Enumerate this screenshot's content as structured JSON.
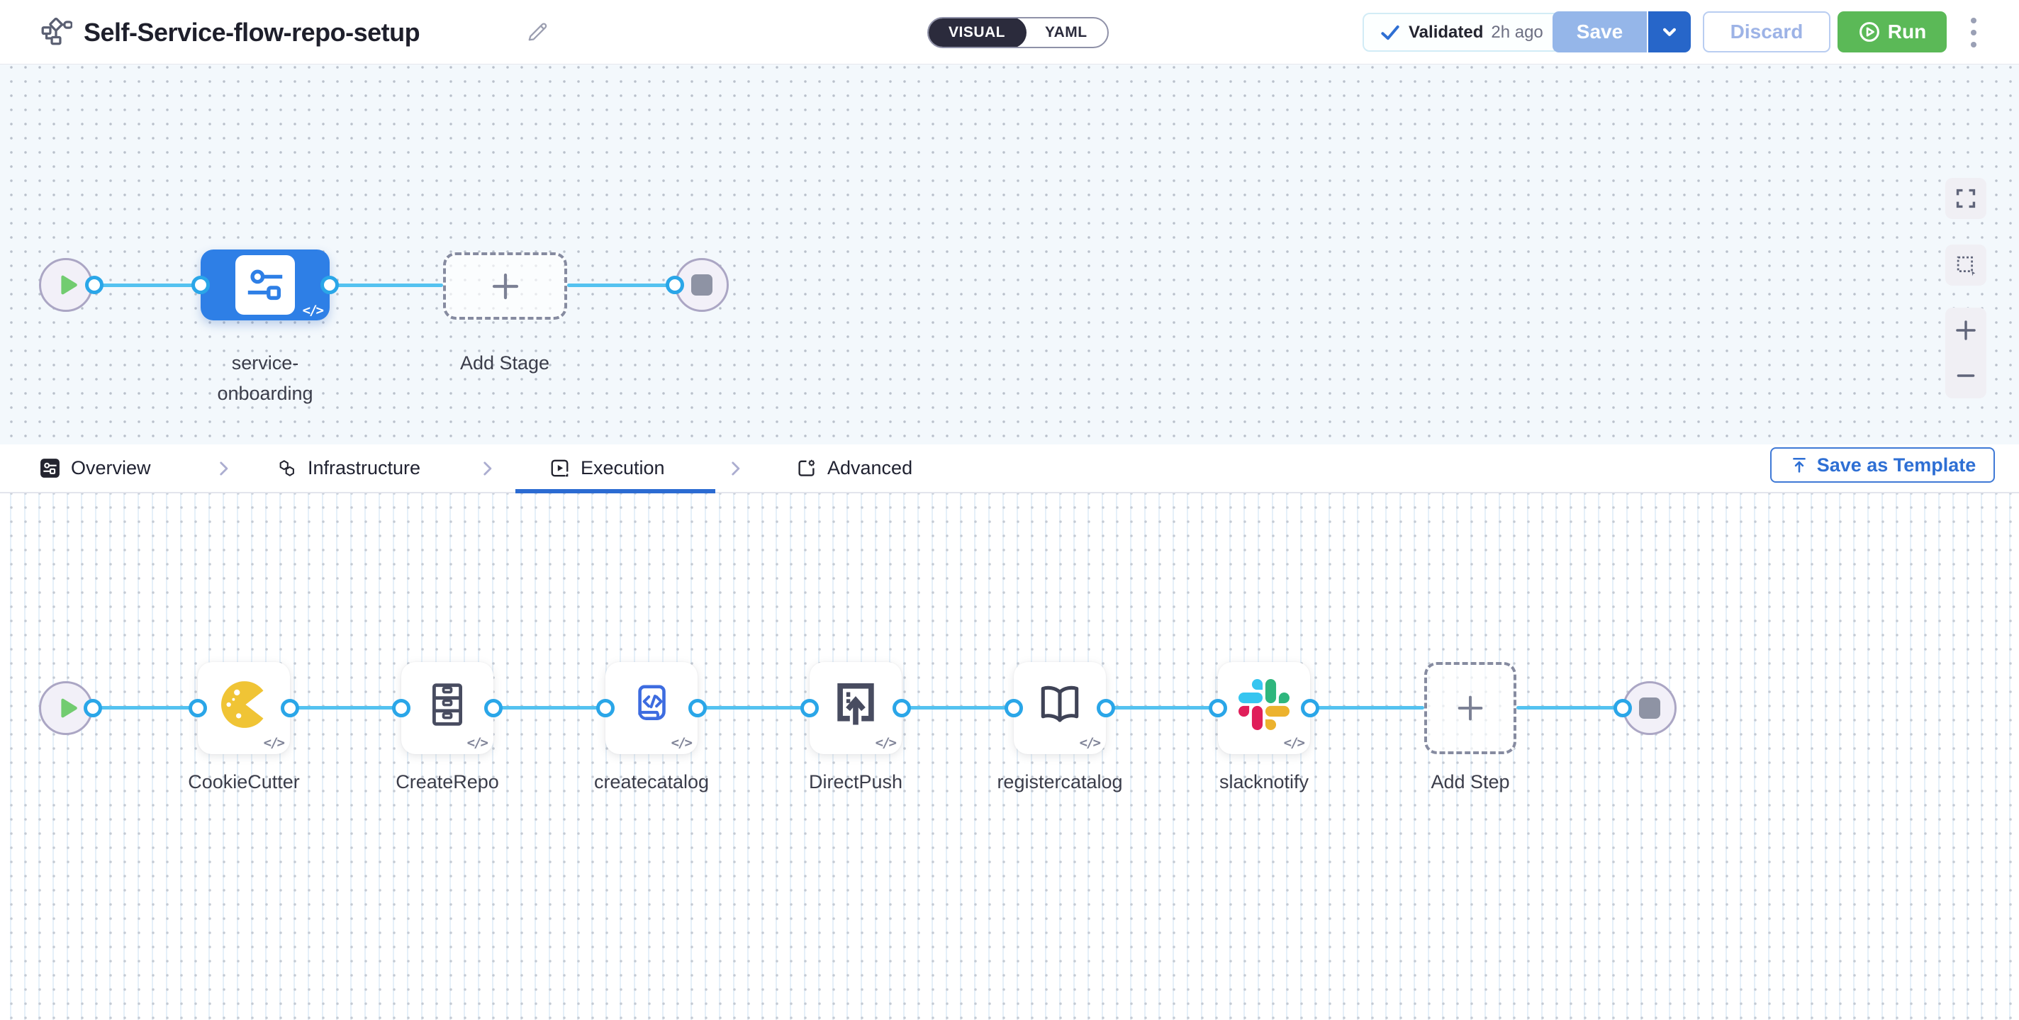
{
  "header": {
    "title": "Self-Service-flow-repo-setup",
    "mode_toggle": {
      "options": [
        "VISUAL",
        "YAML"
      ],
      "selected": "VISUAL"
    },
    "validated_badge": {
      "label": "Validated",
      "time": "2h ago"
    },
    "buttons": {
      "save": "Save",
      "discard": "Discard",
      "run": "Run"
    }
  },
  "stage_canvas": {
    "stage_name_line1": "service-",
    "stage_name_line2": "onboarding",
    "add_stage_label": "Add Stage"
  },
  "tab_bar": {
    "tabs": [
      {
        "label": "Overview",
        "active": false
      },
      {
        "label": "Infrastructure",
        "active": false
      },
      {
        "label": "Execution",
        "active": true
      },
      {
        "label": "Advanced",
        "active": false
      }
    ],
    "save_as_template_label": "Save as Template"
  },
  "execution_canvas": {
    "steps": [
      {
        "label": "CookieCutter",
        "icon": "cookiecutter-icon"
      },
      {
        "label": "CreateRepo",
        "icon": "drawer-cabinet-icon"
      },
      {
        "label": "createcatalog",
        "icon": "code-scroll-icon"
      },
      {
        "label": "DirectPush",
        "icon": "push-upload-icon"
      },
      {
        "label": "registercatalog",
        "icon": "open-book-icon"
      },
      {
        "label": "slacknotify",
        "icon": "slack-icon"
      }
    ],
    "add_step_label": "Add Step"
  },
  "misc": {
    "code_badge": "</>"
  },
  "colors": {
    "accent-blue": "#2E6FD6",
    "stage-blue": "#2E7FE6",
    "connector-blue": "#54C2F0",
    "port-blue": "#2AA6E8",
    "run-green": "#5BB957",
    "save-disabled-blue": "#95B6E9",
    "save-caret-blue": "#2766C9",
    "discard-blue": "#9DB3E6",
    "underline-blue": "#2B6BD2",
    "slack-blue": "#36C5F0",
    "slack-green": "#2EB67D",
    "slack-red": "#E01E5A",
    "slack-yellow": "#ECB22E",
    "cookie-yellow": "#F0C435"
  }
}
